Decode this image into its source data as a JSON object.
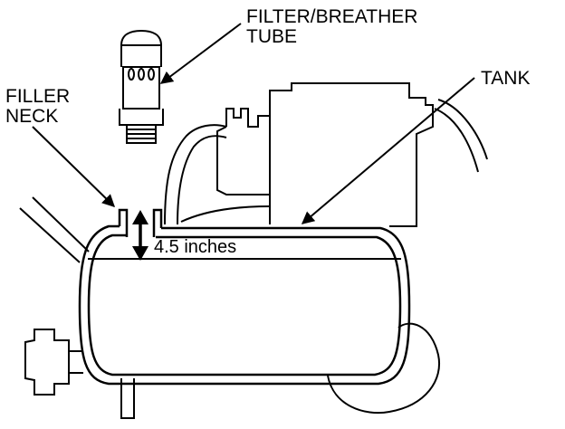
{
  "labels": {
    "filter_breather_line1": "FILTER/BREATHER",
    "filter_breather_line2": "TUBE",
    "filler_neck_line1": "FILLER",
    "filler_neck_line2": "NECK",
    "tank": "TANK",
    "measurement": "4.5 inches"
  },
  "colors": {
    "ink": "#000000",
    "background": "#ffffff"
  }
}
